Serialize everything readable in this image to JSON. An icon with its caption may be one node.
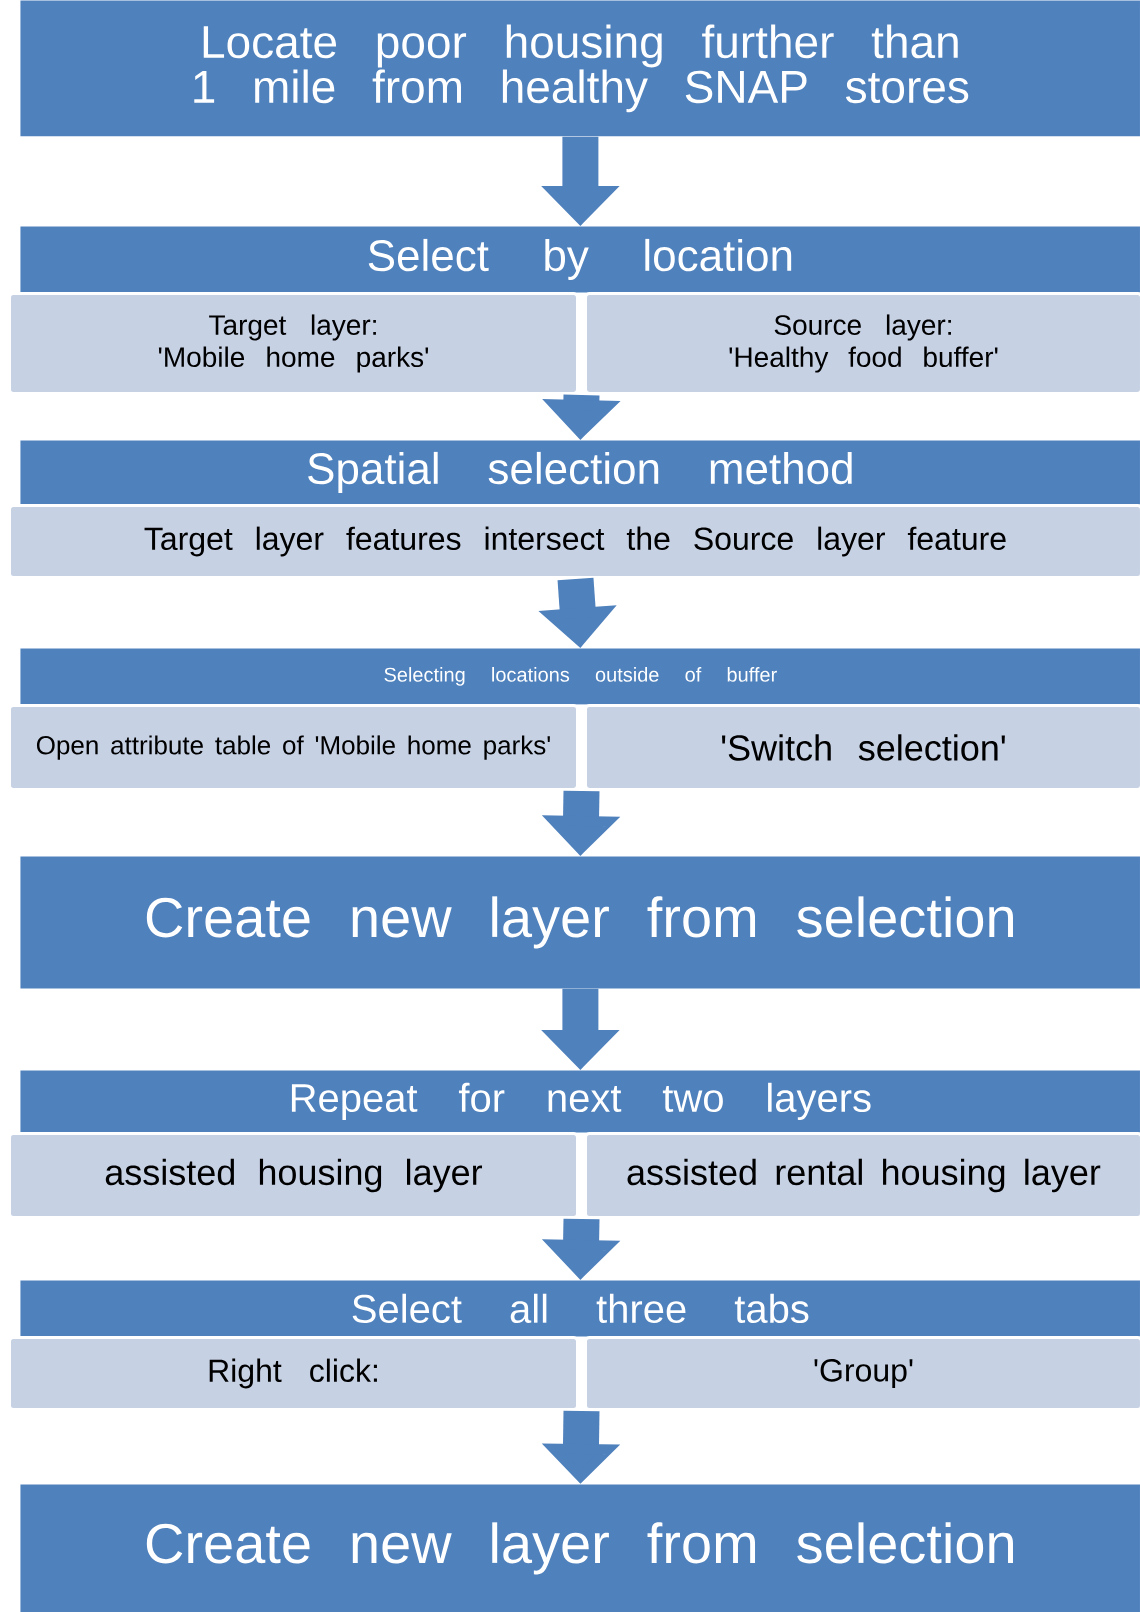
{
  "diagram": {
    "nodes": [
      {
        "text": [
          "Locate poor housing further than 1 mile from healthy SNAP stores"
        ]
      },
      {
        "text": [
          "Select by location"
        ]
      },
      {
        "text": [
          "Target layer:",
          "'Mobile home parks'"
        ]
      },
      {
        "text": [
          "Source layer:",
          "'Healthy food buffer'"
        ]
      },
      {
        "text": [
          "Spatial selection method"
        ]
      },
      {
        "text": [
          "Target layer features intersect the Source layer feature"
        ]
      },
      {
        "text": [
          "Selecting locations outside of buffer"
        ]
      },
      {
        "text": [
          "Open attribute table of 'Mobile home parks'"
        ]
      },
      {
        "text": [
          "'Switch selection'"
        ]
      },
      {
        "text": [
          "Create new layer from selection"
        ]
      },
      {
        "text": [
          "Repeat for next two layers"
        ]
      },
      {
        "text": [
          "assisted housing layer"
        ]
      },
      {
        "text": [
          "assisted rental housing layer"
        ]
      },
      {
        "text": [
          "Select all three tabs"
        ]
      },
      {
        "text": [
          "Right click:"
        ]
      },
      {
        "text": [
          "'Group'"
        ]
      },
      {
        "text": [
          "Create new layer from selection"
        ]
      }
    ],
    "edges": [
      {
        "from": 0,
        "to": 1,
        "arrow": "to"
      },
      {
        "from": 2,
        "to": 4,
        "arrow": "to"
      },
      {
        "from": 3,
        "to": 4,
        "arrow": "to"
      },
      {
        "from": 5,
        "to": 6,
        "arrow": "to"
      },
      {
        "from": 7,
        "to": 9,
        "arrow": "to"
      },
      {
        "from": 8,
        "to": 9,
        "arrow": "to"
      },
      {
        "from": 9,
        "to": 10,
        "arrow": "to"
      },
      {
        "from": 11,
        "to": 13,
        "arrow": "to"
      },
      {
        "from": 12,
        "to": 13,
        "arrow": "to"
      },
      {
        "from": 14,
        "to": 16,
        "arrow": "to"
      },
      {
        "from": 15,
        "to": 16,
        "arrow": "to"
      }
    ]
  }
}
